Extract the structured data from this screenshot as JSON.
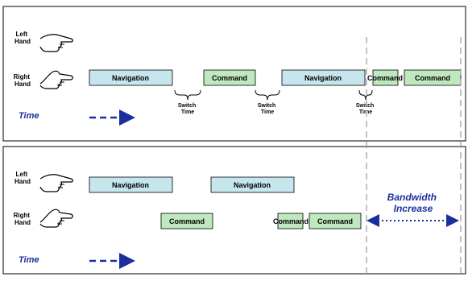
{
  "top_panel": {
    "left_hand_label": [
      "Left",
      "Hand"
    ],
    "right_hand_label": [
      "Right",
      "Hand"
    ],
    "time_label": "Time",
    "navigation_1": "Navigation",
    "command_1": "Command",
    "navigation_2": "Navigation",
    "command_2a": "Command",
    "command_2b": "Command",
    "switch_time_1": [
      "Switch",
      "Time"
    ],
    "switch_time_2": [
      "Switch",
      "Time"
    ],
    "switch_time_3": [
      "Switch",
      "Time"
    ]
  },
  "bottom_panel": {
    "left_hand_label": [
      "Left",
      "Hand"
    ],
    "right_hand_label": [
      "Right",
      "Hand"
    ],
    "time_label": "Time",
    "navigation_1": "Navigation",
    "navigation_2": "Navigation",
    "command_1": "Command",
    "command_2a": "Command",
    "command_2b": "Command",
    "bandwidth_label": [
      "Bandwidth",
      "Increase"
    ]
  },
  "colors": {
    "navigation_fill": "#c6e6ee",
    "command_fill": "#bfe8bf",
    "accent_blue": "#1a2f9e",
    "border": "#000000",
    "dashed_line": "#999999"
  },
  "icons": {
    "left_hand": "pointing-hand-icon",
    "right_hand": "pointing-hand-icon",
    "time_arrow": "dashed-arrow-icon",
    "bandwidth_arrow": "dotted-double-arrow-icon"
  }
}
